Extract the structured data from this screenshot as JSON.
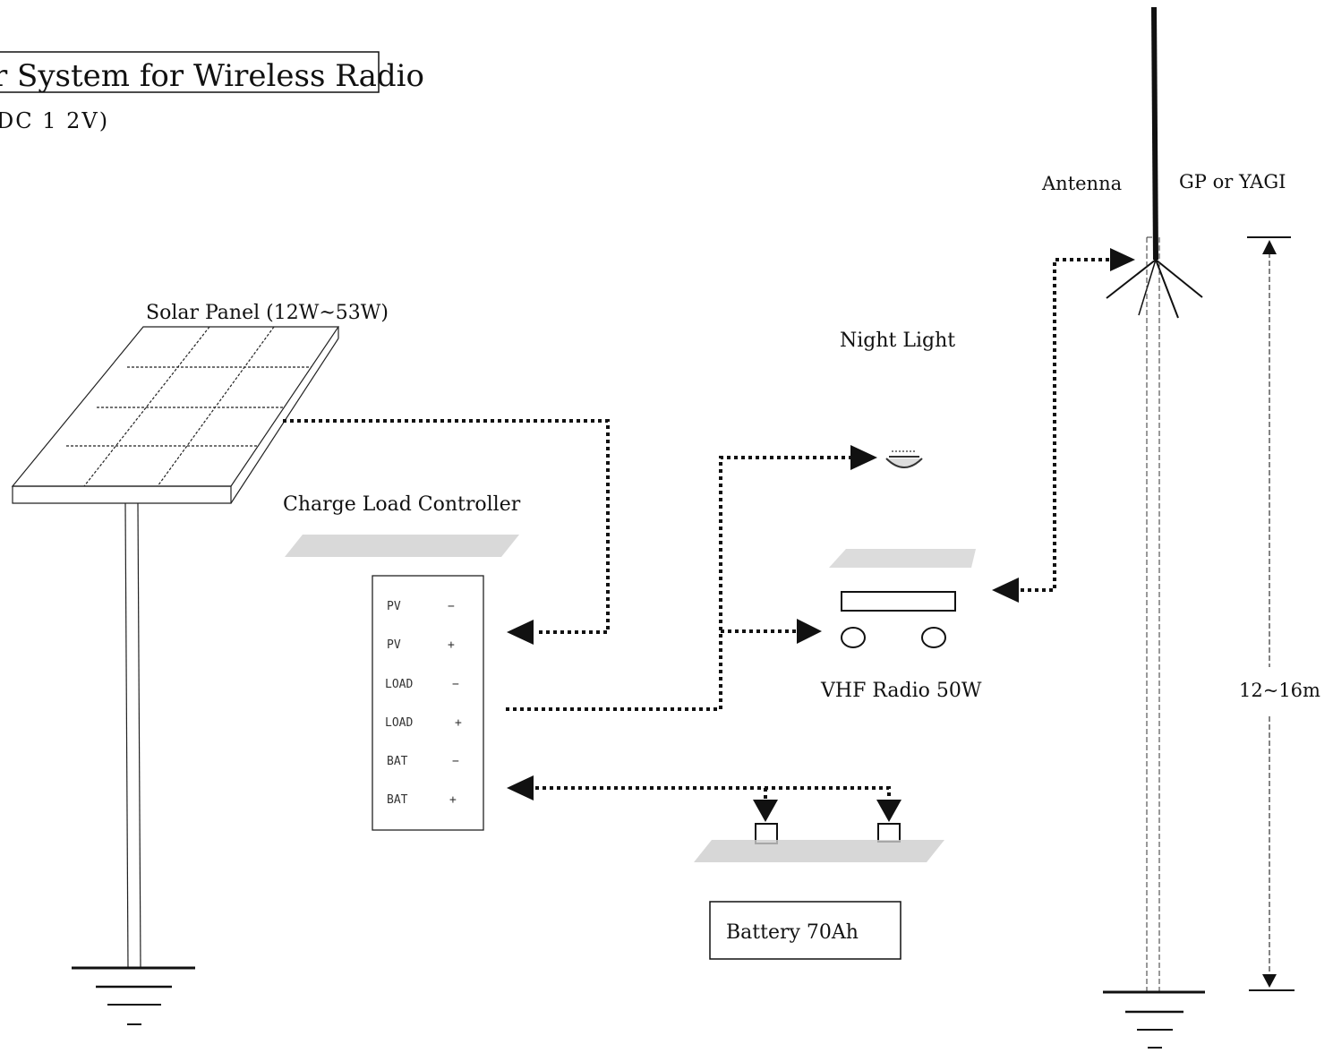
{
  "title": {
    "main": "r System for Wireless Radio",
    "sub": "DC  1 2V)"
  },
  "solar_panel": {
    "label": "Solar Panel (12W~53W)"
  },
  "controller": {
    "label": "Charge Load Controller",
    "terminals": [
      {
        "name": "PV",
        "sign": "−"
      },
      {
        "name": "PV",
        "sign": "+"
      },
      {
        "name": "LOAD",
        "sign": "−"
      },
      {
        "name": "LOAD",
        "sign": "+"
      },
      {
        "name": "BAT",
        "sign": "−"
      },
      {
        "name": "BAT",
        "sign": "+"
      }
    ]
  },
  "night_light": {
    "label": "Night Light"
  },
  "radio": {
    "label": "VHF Radio 50W"
  },
  "battery": {
    "label": "Battery 70Ah"
  },
  "antenna": {
    "label": "Antenna",
    "type_label": "GP or YAGI",
    "height_label": "12~16m"
  }
}
